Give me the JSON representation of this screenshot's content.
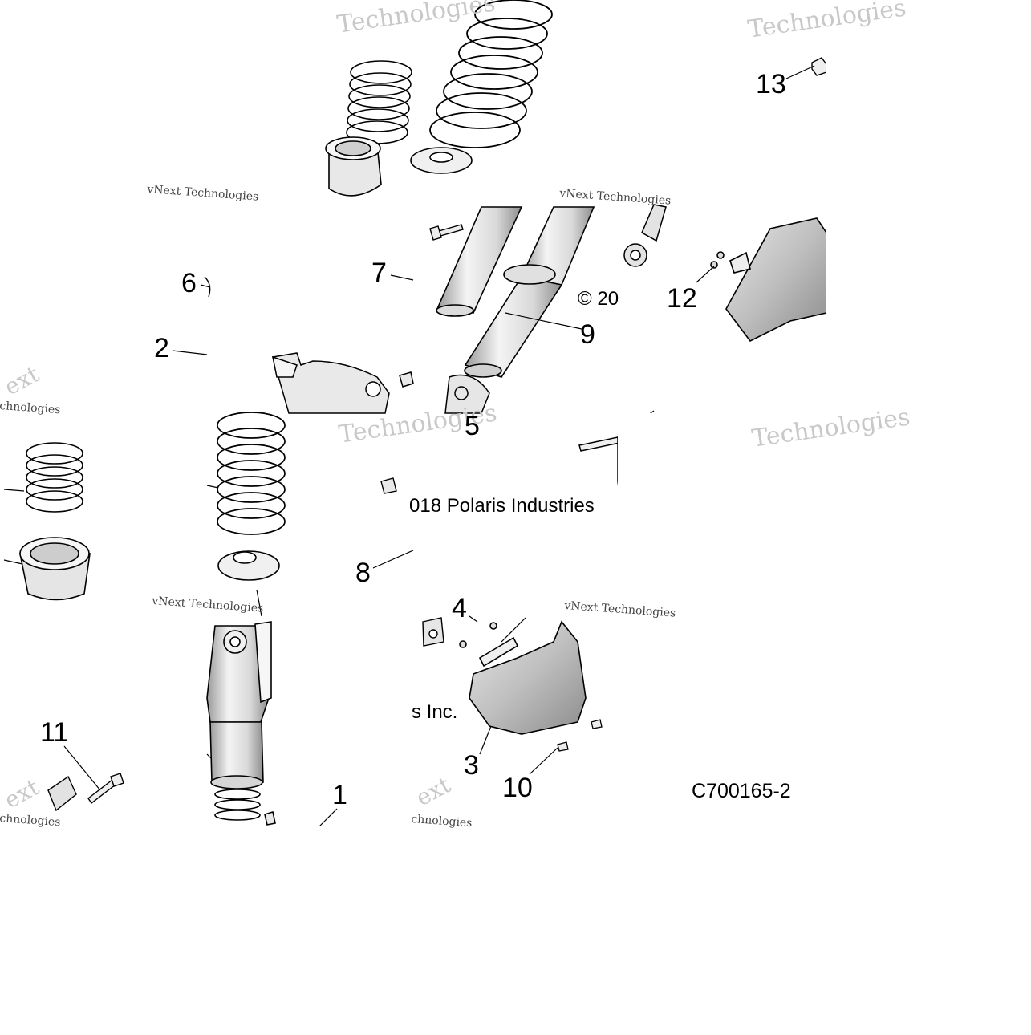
{
  "diagram": {
    "callouts": [
      {
        "id": "1",
        "text": "1"
      },
      {
        "id": "2",
        "text": "2"
      },
      {
        "id": "3",
        "text": "3"
      },
      {
        "id": "4",
        "text": "4"
      },
      {
        "id": "5",
        "text": "5"
      },
      {
        "id": "6",
        "text": "6"
      },
      {
        "id": "7",
        "text": "7"
      },
      {
        "id": "8",
        "text": "8"
      },
      {
        "id": "9",
        "text": "9"
      },
      {
        "id": "10",
        "text": "10"
      },
      {
        "id": "11",
        "text": "11"
      },
      {
        "id": "12",
        "text": "12"
      },
      {
        "id": "13",
        "text": "13"
      }
    ],
    "copyright_fragments": [
      "© 20",
      "018 Polaris Industries",
      "s Inc."
    ],
    "drawing_code": "C700165-2",
    "watermarks": {
      "technologies_large": "Technologies",
      "vnext_small": "vNext Technologies",
      "next_large": "vNext",
      "chnologies": "chnologies",
      "ext": "ext"
    },
    "colors": {
      "line": "#000000",
      "part_fill": "#f2f2f2",
      "part_shade": "#bdbdbd",
      "watermark": "#c8c8c8"
    }
  }
}
